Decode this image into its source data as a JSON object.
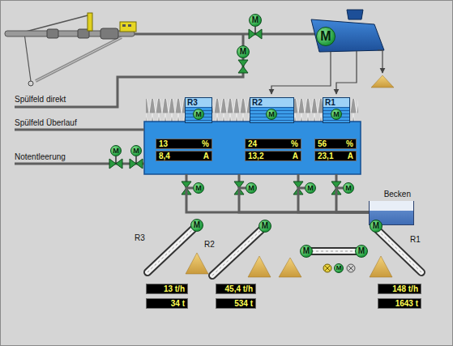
{
  "diagram": {
    "nodes": [
      {
        "text": [
          "M"
        ]
      },
      {
        "text": [
          "M"
        ]
      },
      {
        "text": [
          "M"
        ]
      },
      {
        "text": [
          "R3"
        ]
      },
      {
        "text": [
          "M"
        ],
        "in": 3
      },
      {
        "text": [
          "R2"
        ]
      },
      {
        "text": [
          "M"
        ],
        "in": 5
      },
      {
        "text": [
          "R1"
        ]
      },
      {
        "text": [
          "M"
        ],
        "in": 7
      },
      {
        "text": [
          "13",
          "%"
        ]
      },
      {
        "text": [
          "8,4",
          "A"
        ]
      },
      {
        "text": [
          "24",
          "%"
        ]
      },
      {
        "text": [
          "13,2",
          "A"
        ]
      },
      {
        "text": [
          "56",
          "%"
        ]
      },
      {
        "text": [
          "23,1",
          "A"
        ]
      },
      {
        "text": [
          "M"
        ]
      },
      {
        "text": [
          "M"
        ]
      },
      {
        "text": [
          "M"
        ]
      },
      {
        "text": [
          "M"
        ]
      },
      {
        "text": [
          "M"
        ]
      },
      {
        "text": [
          "M"
        ]
      },
      {
        "text": [
          "Becken"
        ]
      },
      {
        "text": [
          "M"
        ]
      },
      {
        "text": [
          "M"
        ]
      },
      {
        "text": [
          "M"
        ]
      },
      {
        "text": [
          "M"
        ]
      },
      {
        "text": [
          "M"
        ]
      },
      {
        "text": [
          "M"
        ]
      },
      {
        "text": [
          "13 t/h"
        ]
      },
      {
        "text": [
          "34 t"
        ]
      },
      {
        "text": [
          "45,4 t/h"
        ]
      },
      {
        "text": [
          "534 t"
        ]
      },
      {
        "text": [
          "148 t/h"
        ]
      },
      {
        "text": [
          "1643 t"
        ]
      }
    ],
    "edges": [
      {
        "from": 17,
        "to": 21,
        "arrow": "none"
      },
      {
        "from": 18,
        "to": 21,
        "arrow": "none"
      },
      {
        "from": 19,
        "to": 21,
        "arrow": "none"
      },
      {
        "from": 20,
        "to": 21,
        "arrow": "none"
      }
    ],
    "labels": [
      "Spülfeld direkt",
      "Spülfeld Überlauf",
      "Notentleerung",
      "R3",
      "R2",
      "R1"
    ]
  }
}
